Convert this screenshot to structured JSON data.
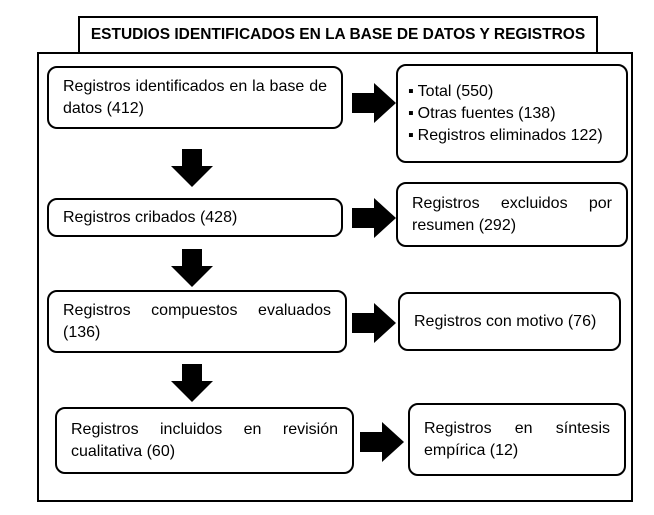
{
  "title": "ESTUDIOS IDENTIFICADOS EN LA BASE DE DATOS Y REGISTROS",
  "rows": [
    {
      "left": "Registros identificados en la base de datos (412)",
      "right_bullets": [
        "Total (550)",
        "Otras fuentes (138)",
        "Registros eliminados 122)"
      ]
    },
    {
      "left": "Registros cribados (428)",
      "right": "Registros excluidos por resumen (292)"
    },
    {
      "left": "Registros compuestos evaluados (136)",
      "right": "Registros con motivo (76)"
    },
    {
      "left": "Registros incluidos en revisión cualitativa (60)",
      "right": "Registros en síntesis empírica (12)"
    }
  ]
}
